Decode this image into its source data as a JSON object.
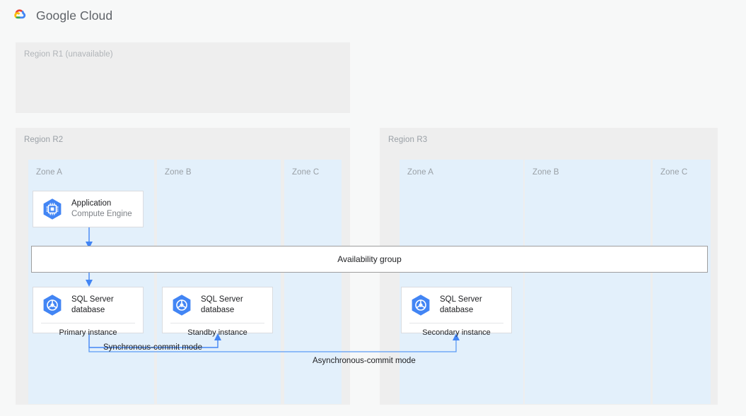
{
  "header": {
    "logo_icon": "google-cloud-logo",
    "wordmark": "Google Cloud"
  },
  "regions": [
    {
      "id": "r1",
      "label": "Region R1 (unavailable)",
      "unavailable": true,
      "zones": []
    },
    {
      "id": "r2",
      "label": "Region R2",
      "unavailable": false,
      "zones": [
        {
          "label": "Zone A"
        },
        {
          "label": "Zone B"
        },
        {
          "label": "Zone C"
        }
      ]
    },
    {
      "id": "r3",
      "label": "Region R3",
      "unavailable": false,
      "zones": [
        {
          "label": "Zone A"
        },
        {
          "label": "Zone B"
        },
        {
          "label": "Zone C"
        }
      ]
    }
  ],
  "nodes": {
    "application": {
      "icon": "compute-engine-icon",
      "title": "Application",
      "subtitle": "Compute Engine"
    },
    "primary_db": {
      "icon": "sql-server-database-icon",
      "title": "SQL Server\ndatabase",
      "footer": "Primary instance"
    },
    "standby_db": {
      "icon": "sql-server-database-icon",
      "title": "SQL Server\ndatabase",
      "footer": "Standby instance"
    },
    "secondary_db": {
      "icon": "sql-server-database-icon",
      "title": "SQL Server\ndatabase",
      "footer": "Secondary instance"
    }
  },
  "availability_group": {
    "label": "Availability group"
  },
  "connectors": [
    {
      "id": "sync",
      "label": "Synchronous-commit mode"
    },
    {
      "id": "async",
      "label": "Asynchronous-commit mode"
    }
  ],
  "colors": {
    "accent_blue": "#4285f4",
    "connector_blue": "#4285f4",
    "zone_bg": "#e3f0fb",
    "region_bg": "#eeeeee",
    "page_bg": "#f7f8f8",
    "muted_text": "#9aa0a6",
    "body_text": "#202124"
  }
}
